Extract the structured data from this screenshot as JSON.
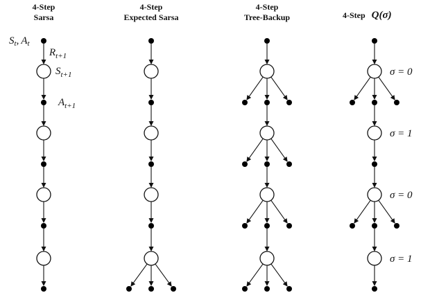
{
  "columns": [
    {
      "id": "sarsa",
      "title_line1": "4-Step",
      "title_line2": "Sarsa",
      "levels": [
        "action",
        "state",
        "action",
        "state",
        "action",
        "state",
        "action",
        "state",
        "action"
      ],
      "branch_after": [],
      "sigma": []
    },
    {
      "id": "expected-sarsa",
      "title_line1": "4-Step",
      "title_line2": "Expected Sarsa",
      "levels": [
        "action",
        "state",
        "action",
        "state",
        "action",
        "state",
        "action",
        "state",
        "action"
      ],
      "branch_after": [
        4
      ],
      "sigma": []
    },
    {
      "id": "tree-backup",
      "title_line1": "4-Step",
      "title_line2": "Tree-Backup",
      "levels": [
        "action",
        "state",
        "action",
        "state",
        "action",
        "state",
        "action",
        "state",
        "action"
      ],
      "branch_after": [
        1,
        2,
        3,
        4
      ],
      "sigma": []
    },
    {
      "id": "q-sigma",
      "title_line1": "4-Step",
      "title_prefix": "4-Step",
      "title_math": "Q(σ)",
      "levels": [
        "action",
        "state",
        "action",
        "state",
        "action",
        "state",
        "action",
        "state",
        "action"
      ],
      "branch_after": [
        1,
        3
      ],
      "sigma": [
        {
          "state_index": 1,
          "label": "σ = 0"
        },
        {
          "state_index": 2,
          "label": "σ = 1"
        },
        {
          "state_index": 3,
          "label": "σ = 0"
        },
        {
          "state_index": 4,
          "label": "σ = 1"
        }
      ]
    }
  ],
  "labels": {
    "s_t": "S",
    "s_t_sub": "t",
    "a_t": "A",
    "a_t_sub": "t",
    "comma": ",",
    "r_t1": "R",
    "r_t1_sub": "t+1",
    "s_t1": "S",
    "s_t1_sub": "t+1",
    "a_t1": "A",
    "a_t1_sub": "t+1"
  }
}
